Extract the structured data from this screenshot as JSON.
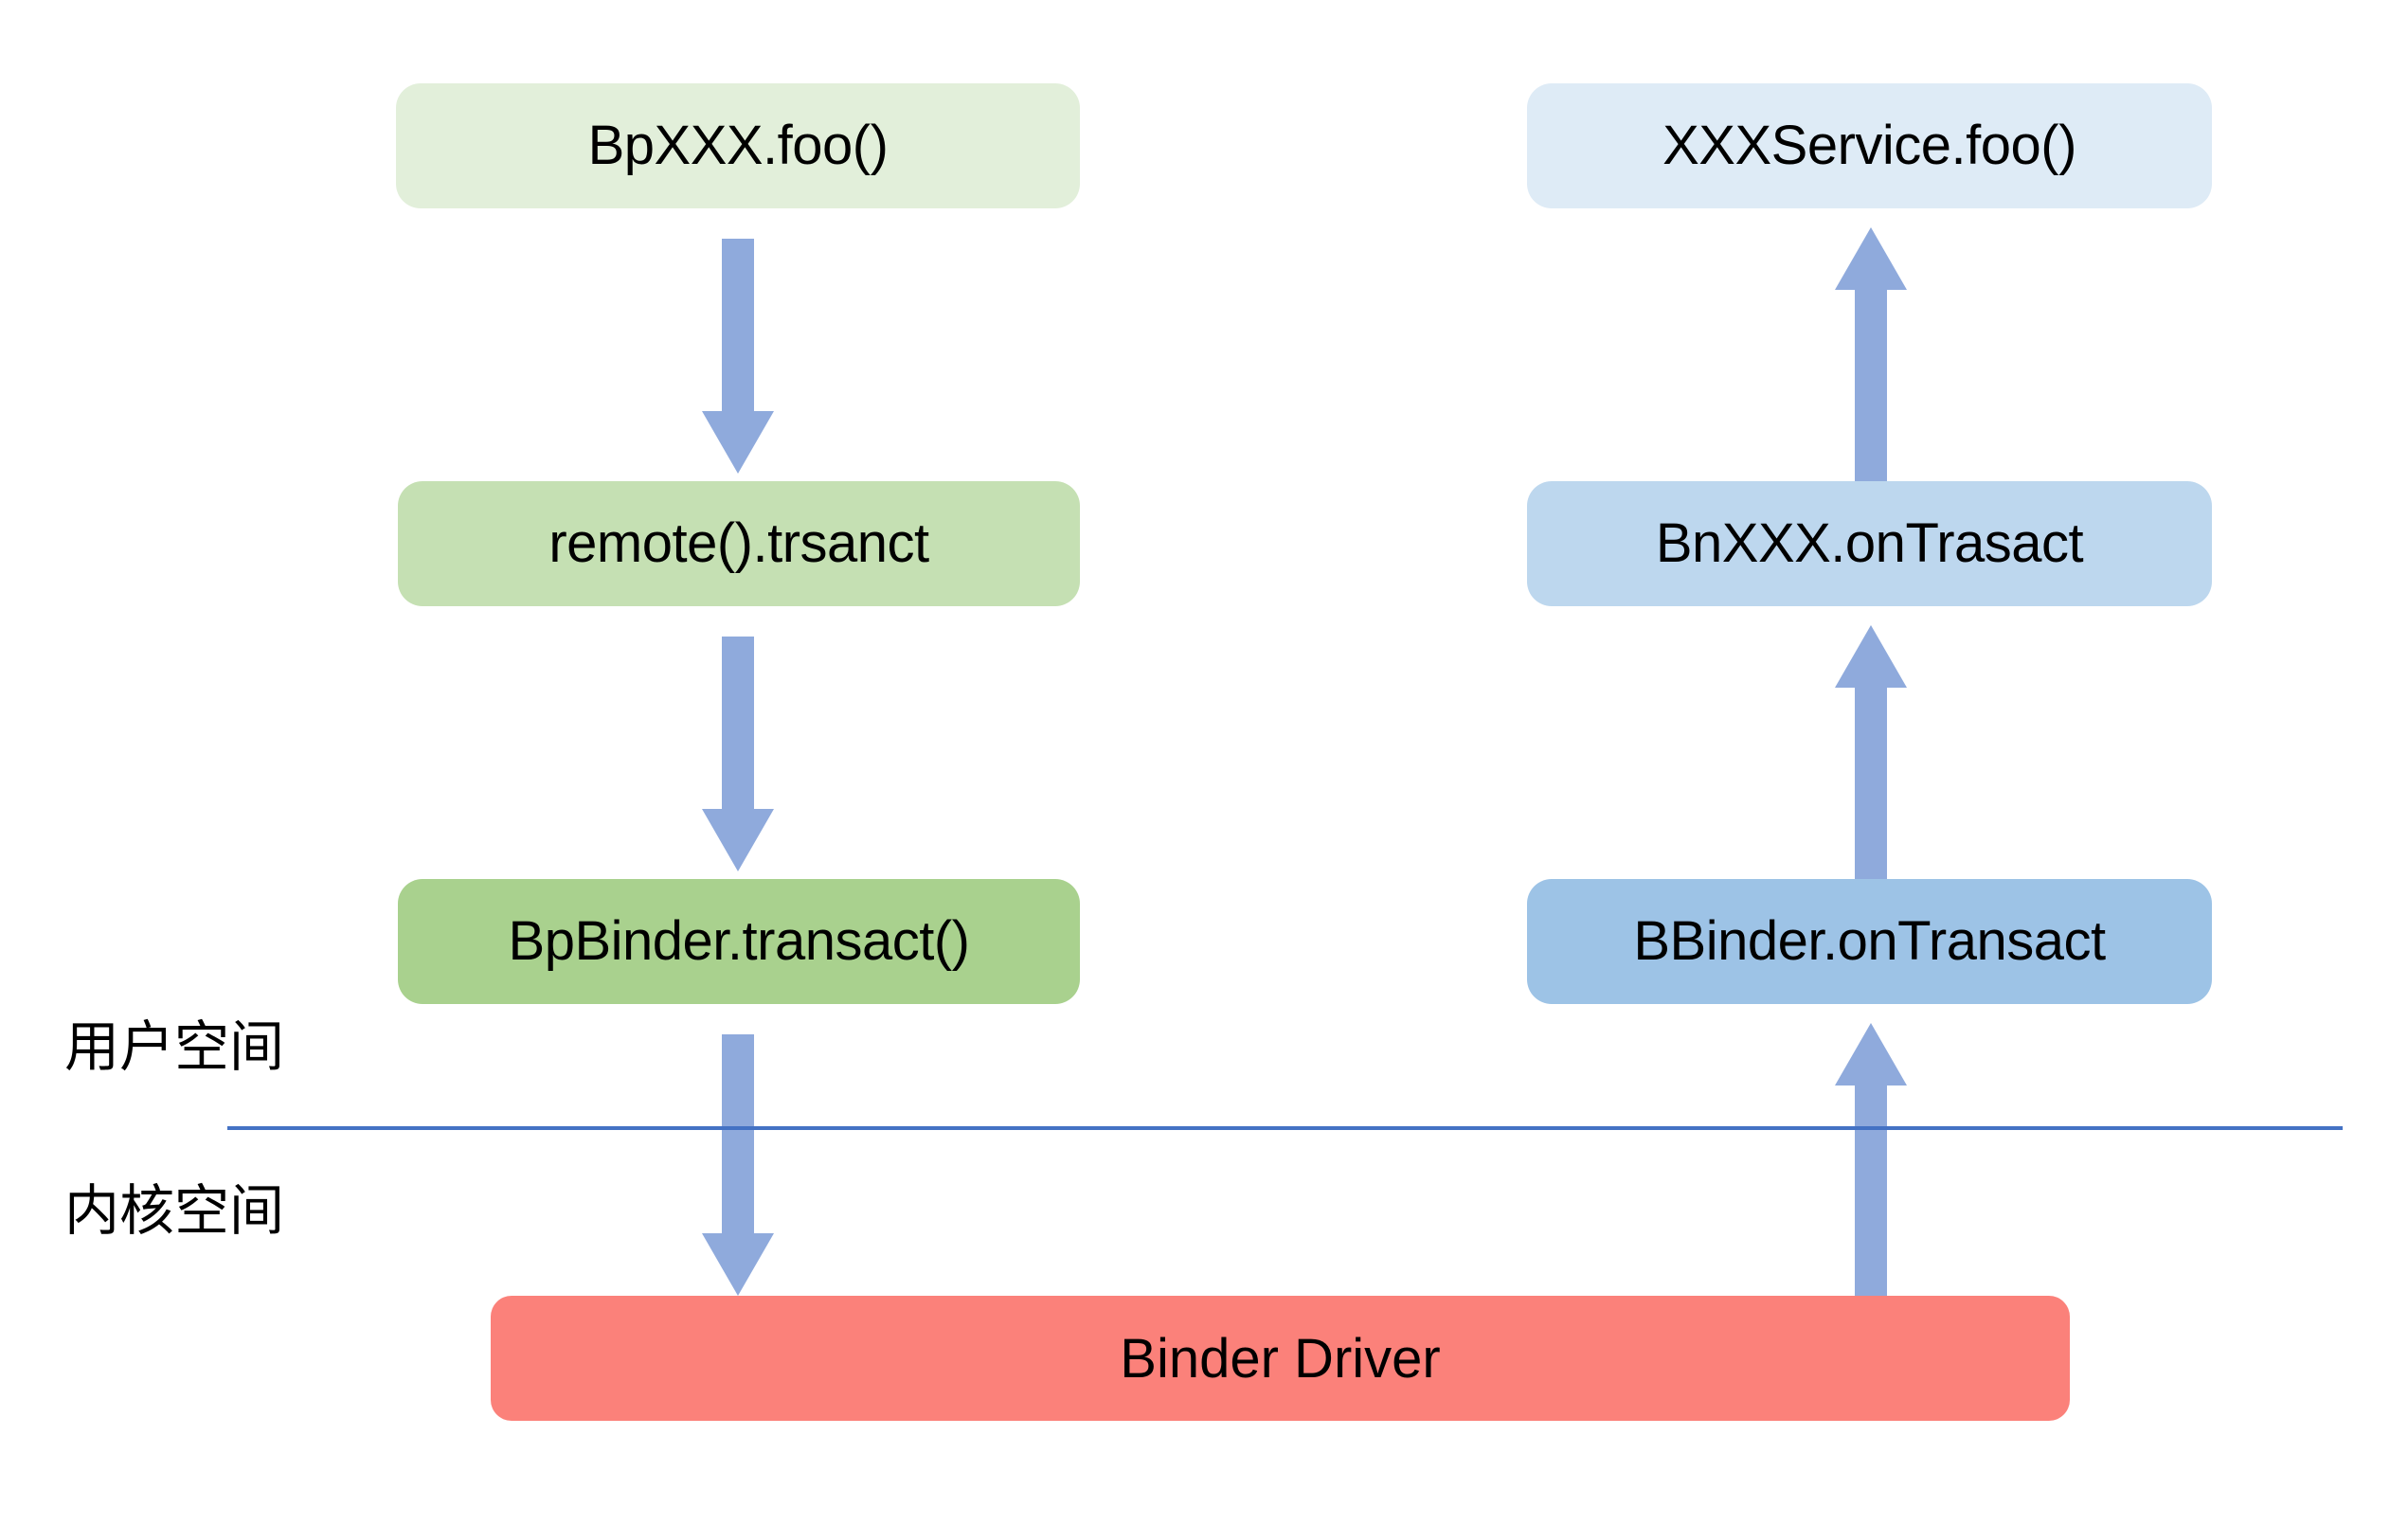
{
  "diagram": {
    "title": "Android Binder IPC call flow",
    "colors": {
      "arrow": "#8faadc",
      "divider": "#4472c4",
      "driver": "#fb817a",
      "client_light": "#e2efda",
      "client_mid": "#c5e0b3",
      "client_dark": "#a9d18e",
      "service_light": "#deebf6",
      "service_mid": "#bdd7ee",
      "service_dark": "#9dc3e6"
    }
  },
  "client_column": {
    "nodes": [
      {
        "label": "BpXXX.foo()"
      },
      {
        "label": "remote().trsanct"
      },
      {
        "label": "BpBinder.transact()"
      }
    ]
  },
  "service_column": {
    "nodes": [
      {
        "label": "XXXService.foo()"
      },
      {
        "label": "BnXXX.onTrasact"
      },
      {
        "label": "BBinder.onTransact"
      }
    ]
  },
  "driver": {
    "label": "Binder Driver"
  },
  "space_labels": {
    "user": "用户空间",
    "kernel": "内核空间"
  },
  "arrows": [
    {
      "name": "client-foo-to-remote",
      "direction": "down"
    },
    {
      "name": "client-remote-to-bpbinder",
      "direction": "down"
    },
    {
      "name": "client-bpbinder-to-driver",
      "direction": "down"
    },
    {
      "name": "service-driver-to-bbinder",
      "direction": "up"
    },
    {
      "name": "service-bbinder-to-bnxxx",
      "direction": "up"
    },
    {
      "name": "service-bnxxx-to-service",
      "direction": "up"
    }
  ]
}
